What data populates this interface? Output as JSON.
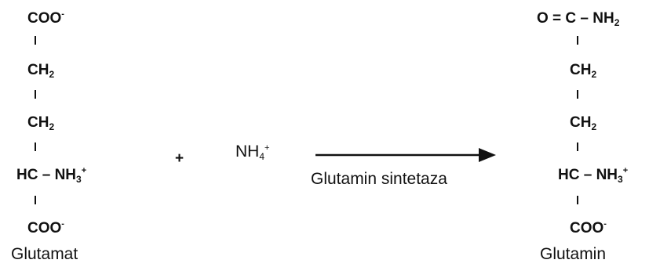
{
  "glutamate": {
    "coo_top": "COO",
    "coo_top_charge": "-",
    "ch2_a": "CH",
    "ch2_a_sub": "2",
    "ch2_b": "CH",
    "ch2_b_sub": "2",
    "hc_part": "HC – NH",
    "hc_sub": "3",
    "hc_sup": "+",
    "coo_bottom": "COO",
    "coo_bottom_charge": "-",
    "name": "Glutamat"
  },
  "plus_sign": "+",
  "ammonium": {
    "base": "NH",
    "sub": "4",
    "sup": "+"
  },
  "enzyme": "Glutamin sintetaza",
  "glutamine": {
    "amide": "O = C – NH",
    "amide_sub": "2",
    "ch2_a": "CH",
    "ch2_a_sub": "2",
    "ch2_b": "CH",
    "ch2_b_sub": "2",
    "hc_part": "HC – NH",
    "hc_sub": "3",
    "hc_sup": "+",
    "coo_bottom": "COO",
    "coo_bottom_charge": "-",
    "name": "Glutamin"
  },
  "colors": {
    "ink": "#111111",
    "background": "#ffffff"
  }
}
